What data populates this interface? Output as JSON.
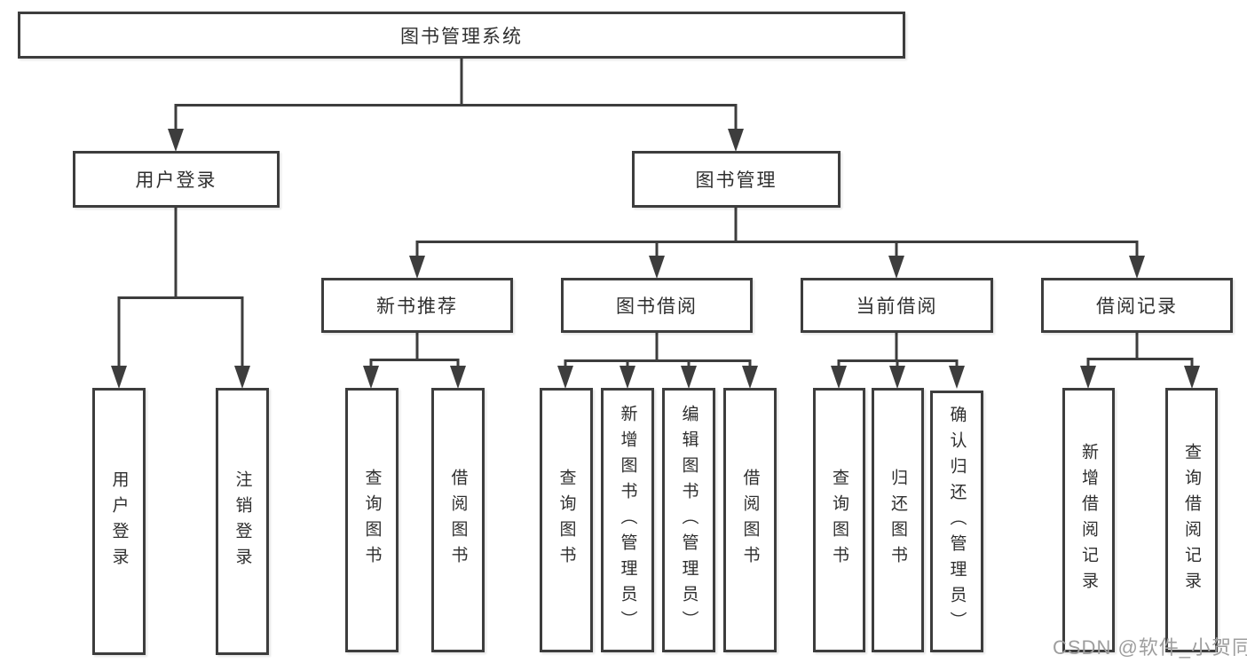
{
  "diagram": {
    "root": {
      "label": "图书管理系统"
    },
    "level1": [
      {
        "label": "用户登录"
      },
      {
        "label": "图书管理"
      }
    ],
    "level2": [
      {
        "label": "新书推荐",
        "parent": "图书管理"
      },
      {
        "label": "图书借阅",
        "parent": "图书管理"
      },
      {
        "label": "当前借阅",
        "parent": "图书管理"
      },
      {
        "label": "借阅记录",
        "parent": "图书管理"
      }
    ],
    "leaves": [
      {
        "label": "用户登录",
        "parent": "用户登录"
      },
      {
        "label": "注销登录",
        "parent": "用户登录"
      },
      {
        "label": "查询图书",
        "parent": "新书推荐"
      },
      {
        "label": "借阅图书",
        "parent": "新书推荐"
      },
      {
        "label": "查询图书",
        "parent": "图书借阅"
      },
      {
        "label": "新增图书（管理员）",
        "parent": "图书借阅"
      },
      {
        "label": "编辑图书（管理员）",
        "parent": "图书借阅"
      },
      {
        "label": "借阅图书",
        "parent": "图书借阅"
      },
      {
        "label": "查询图书",
        "parent": "当前借阅"
      },
      {
        "label": "归还图书",
        "parent": "当前借阅"
      },
      {
        "label": "确认归还（管理员）",
        "parent": "当前借阅"
      },
      {
        "label": "新增借阅记录",
        "parent": "借阅记录"
      },
      {
        "label": "查询借阅记录",
        "parent": "借阅记录"
      }
    ]
  },
  "watermark": {
    "text": "CSDN @软件_小贺同学",
    "color": "#9e9e9e"
  },
  "colors": {
    "line": "#3d3d3d",
    "text": "#2f2f2f",
    "background": "#ffffff"
  }
}
